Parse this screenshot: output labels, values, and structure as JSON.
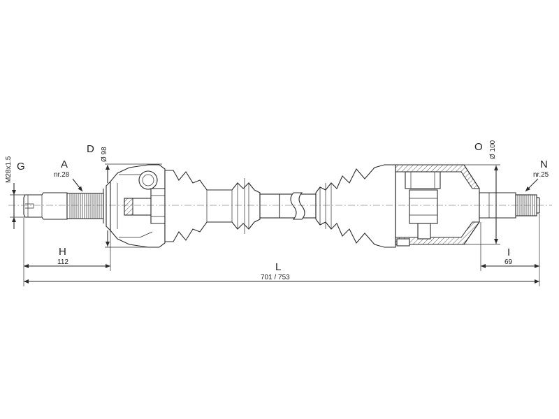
{
  "labels": {
    "g": "G",
    "thread": "M28x1.5",
    "a": "A",
    "a_teeth": "nr.28",
    "d": "D",
    "d_dia": "Ø 98",
    "h": "H",
    "h_val": "112",
    "l": "L",
    "l_val": "701 / 753",
    "o": "O",
    "o_dia": "Ø 100",
    "n": "N",
    "n_teeth": "nr.25",
    "i": "I",
    "i_val": "69"
  }
}
